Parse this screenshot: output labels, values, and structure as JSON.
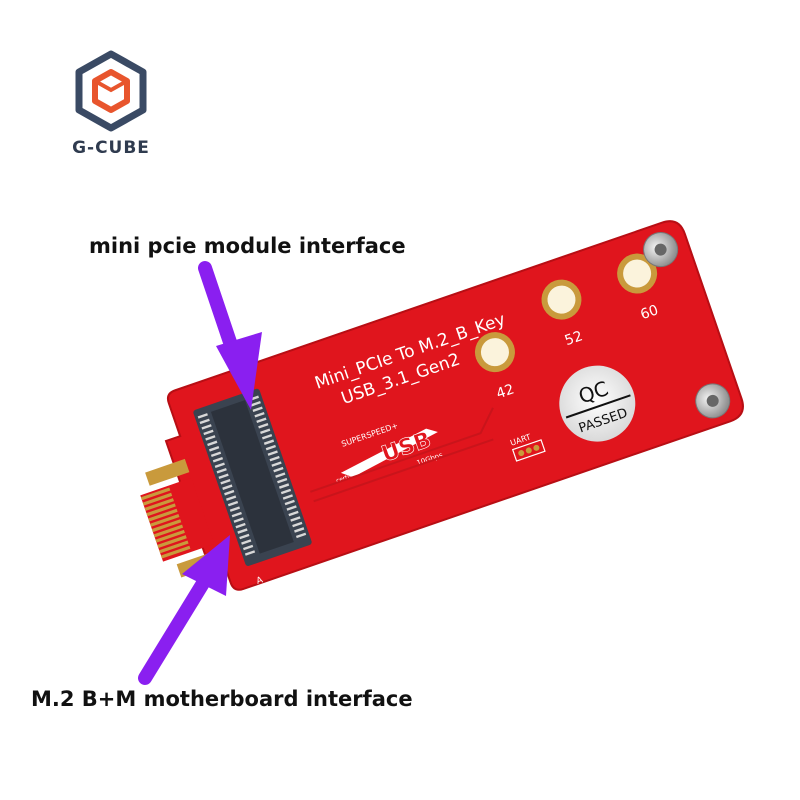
{
  "brand": {
    "name": "G-CUBE",
    "logo_icon": "hexagon-cube-icon"
  },
  "labels": {
    "top_callout": "mini pcie module interface",
    "bottom_callout": "M.2 B+M motherboard interface"
  },
  "board": {
    "title_line1": "Mini_PCIe To M.2_B_Key",
    "title_line2": "USB_3.1_Gen2",
    "usb_logo_top": "SUPERSPEED+",
    "usb_logo_main": "USB",
    "usb_logo_speed": "10Gbps",
    "usb_logo_left": "certified",
    "hole_labels": [
      "42",
      "52",
      "60"
    ],
    "uart_label": "UART",
    "qc_top": "QC",
    "qc_bottom": "PASSED",
    "pin_marker": "A"
  },
  "colors": {
    "pcb": "#e0151d",
    "pcb_dark": "#b80e14",
    "arrow": "#8a1ff0",
    "connector": "#3a4350",
    "gold": "#c99a3c",
    "logo_blue": "#3a4a64",
    "logo_orange": "#e8552d"
  }
}
